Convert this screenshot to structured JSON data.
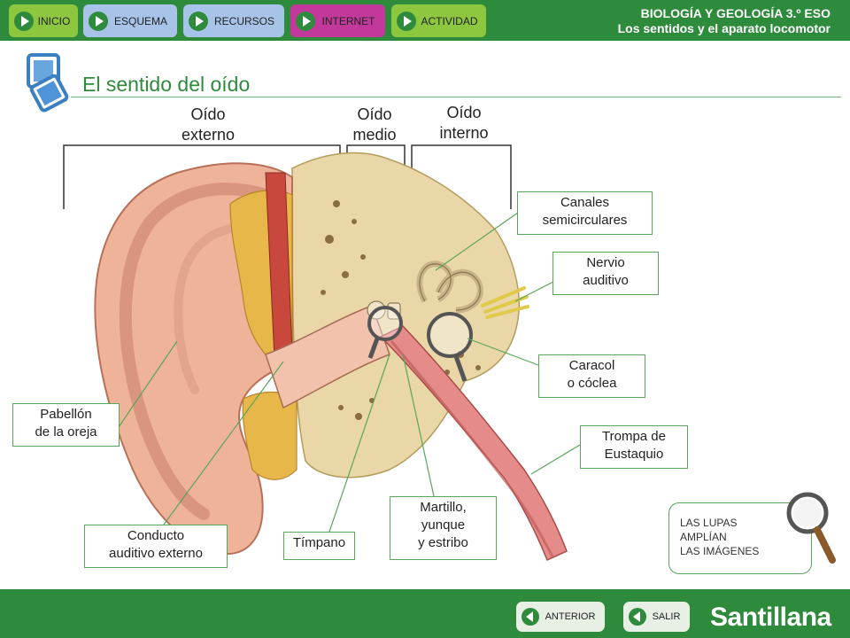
{
  "header": {
    "nav": [
      {
        "label": "INICIO",
        "color": "#8dc63f"
      },
      {
        "label": "ESQUEMA",
        "color": "#a8c3e8"
      },
      {
        "label": "RECURSOS",
        "color": "#a8c3e8"
      },
      {
        "label": "INTERNET",
        "color": "#c2399b"
      },
      {
        "label": "ACTIVIDAD",
        "color": "#8dc63f"
      }
    ],
    "subject": "BIOLOGÍA Y GEOLOGÍA 3.º ESO",
    "unit": "Los sentidos y el aparato locomotor"
  },
  "page": {
    "title": "El sentido del oído"
  },
  "regions": {
    "outer": [
      "Oído",
      "externo"
    ],
    "middle": [
      "Oído",
      "medio"
    ],
    "inner": [
      "Oído",
      "interno"
    ]
  },
  "labels": {
    "canales": [
      "Canales",
      "semicirculares"
    ],
    "nervio": [
      "Nervio",
      "auditivo"
    ],
    "caracol": [
      "Caracol",
      "o cóclea"
    ],
    "trompa": [
      "Trompa de",
      "Eustaquio"
    ],
    "martillo": [
      "Martillo,",
      "yunque",
      "y estribo"
    ],
    "timpano": [
      "Tímpano"
    ],
    "conducto": [
      "Conducto",
      "auditivo externo"
    ],
    "pabellon": [
      "Pabellón",
      "de la oreja"
    ]
  },
  "lupa_note": [
    "LAS LUPAS",
    "AMPLÍAN",
    "LAS IMÁGENES"
  ],
  "footer": {
    "anterior": "ANTERIOR",
    "salir": "SALIR",
    "brand": "Santillana"
  },
  "colors": {
    "brand_green": "#2e8b3c",
    "label_border": "#5aa55a"
  }
}
